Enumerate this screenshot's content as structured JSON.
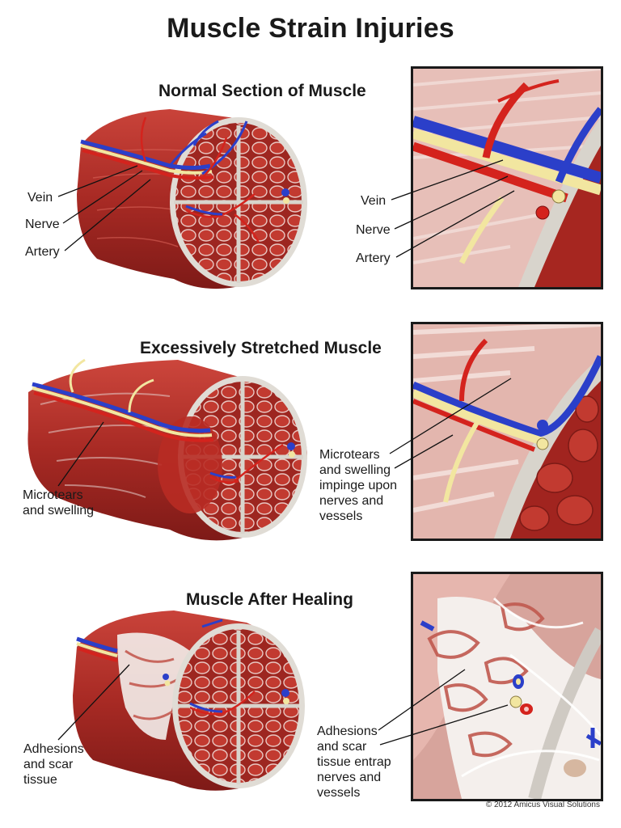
{
  "title": "Muscle Strain Injuries",
  "sections": {
    "normal": {
      "heading": "Normal Section of Muscle",
      "left_labels": [
        "Vein",
        "Nerve",
        "Artery"
      ],
      "right_labels": [
        "Vein",
        "Nerve",
        "Artery"
      ]
    },
    "stretched": {
      "heading": "Excessively Stretched Muscle",
      "left_label": "Microtears\nand swelling",
      "right_label": "Microtears\nand swelling\nimpinge upon\nnerves and\nvessels"
    },
    "healing": {
      "heading": "Muscle After Healing",
      "left_label": "Adhesions\nand scar\ntissue",
      "right_label": "Adhesions\nand scar\ntissue entrap\nnerves and\nvessels"
    }
  },
  "copyright": "© 2012 Amicus Visual Solutions",
  "colors": {
    "muscle": "#b5302a",
    "vein": "#2b3fc9",
    "nerve": "#f2e6a0",
    "artery": "#d4231d",
    "fascia": "#d8d4cc"
  }
}
